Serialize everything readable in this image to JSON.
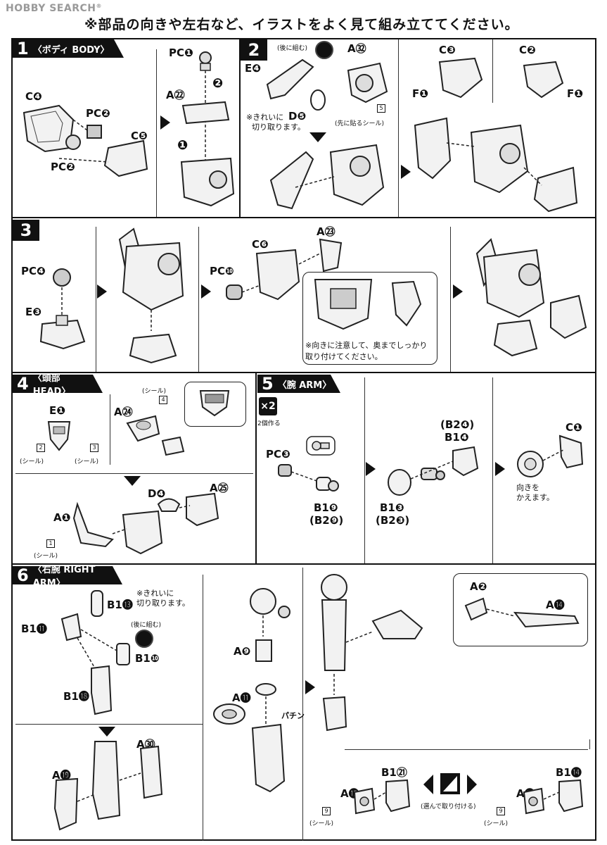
{
  "watermark": "HOBBY SEARCH",
  "banner": "※部品の向きや左右など、イラストをよく見て組み立ててください。",
  "step1": {
    "number": "1",
    "title": "〈ボディ BODY〉",
    "labels": {
      "pc1": "PC❶",
      "c4": "C❹",
      "pc2a": "PC❷",
      "pc2b": "PC❷",
      "c5": "C❺",
      "a22": "A㉒",
      "n1": "❶",
      "n2": "❷"
    }
  },
  "step2": {
    "number": "2",
    "title": "",
    "labels": {
      "behind": "(後に組む)",
      "a32": "A㉜",
      "e4": "E❹",
      "note": "※きれいに",
      "d5": "D❺",
      "note2": "切り取ります。",
      "sticker_num": "5",
      "seal_first": "(先に貼るシール)",
      "c3": "C❸",
      "c2": "C❷",
      "f1a": "F❶",
      "f1b": "F❶"
    }
  },
  "step3": {
    "number": "3",
    "labels": {
      "pc4": "PC❹",
      "e3": "E❸",
      "a23": "A㉓",
      "c6": "C❻",
      "pc10": "PC❿",
      "note": "※向きに注意して、奥までしっかり",
      "note2": "取り付けてください。"
    }
  },
  "step4": {
    "number": "4",
    "title": "〈頭部 HEAD〉",
    "labels": {
      "e1": "E❶",
      "seal": "(シール)",
      "sticker2": "2",
      "sticker3": "3",
      "seal_a": "(シール)",
      "seal_b": "(シール)",
      "a24": "A㉔",
      "sticker4": "4",
      "d4": "D❹",
      "a25": "A㉕",
      "a1": "A❶",
      "sticker1": "1",
      "seal_c": "(シール)"
    }
  },
  "step5": {
    "number": "5",
    "title": "〈腕 ARM〉",
    "x2": "×2",
    "x2_sub": "2個作る",
    "labels": {
      "pc3": "PC❸",
      "b19": "B1❾",
      "b29": "(B2❾)",
      "b24": "(B2❹)",
      "b14": "B1❹",
      "b13": "B1❸",
      "b23": "(B2❸)",
      "c1": "C❶",
      "turn": "向きを",
      "turn2": "かえます。"
    }
  },
  "step6": {
    "number": "6",
    "title": "〈右腕 RIGHT ARM〉",
    "labels": {
      "note": "※きれいに",
      "note2": "切り取ります。",
      "b113": "B1⓭",
      "b111": "B1⓫",
      "behind": "(後に組む)",
      "b110": "B1❿",
      "b118": "B1⓲",
      "a19": "A⓳",
      "a30": "A㉚",
      "a9": "A❾",
      "a11": "A⓫",
      "pachin": "パチン",
      "a2": "A❷",
      "a14": "A⓮",
      "b121": "B1㉑",
      "a15": "A⓯",
      "sticker9a": "9",
      "seal_a": "(シール)",
      "choose": "(選んで取り付ける)",
      "a17": "A⓱",
      "b114": "B1⓮",
      "sticker9b": "9",
      "seal_b": "(シール)"
    }
  }
}
